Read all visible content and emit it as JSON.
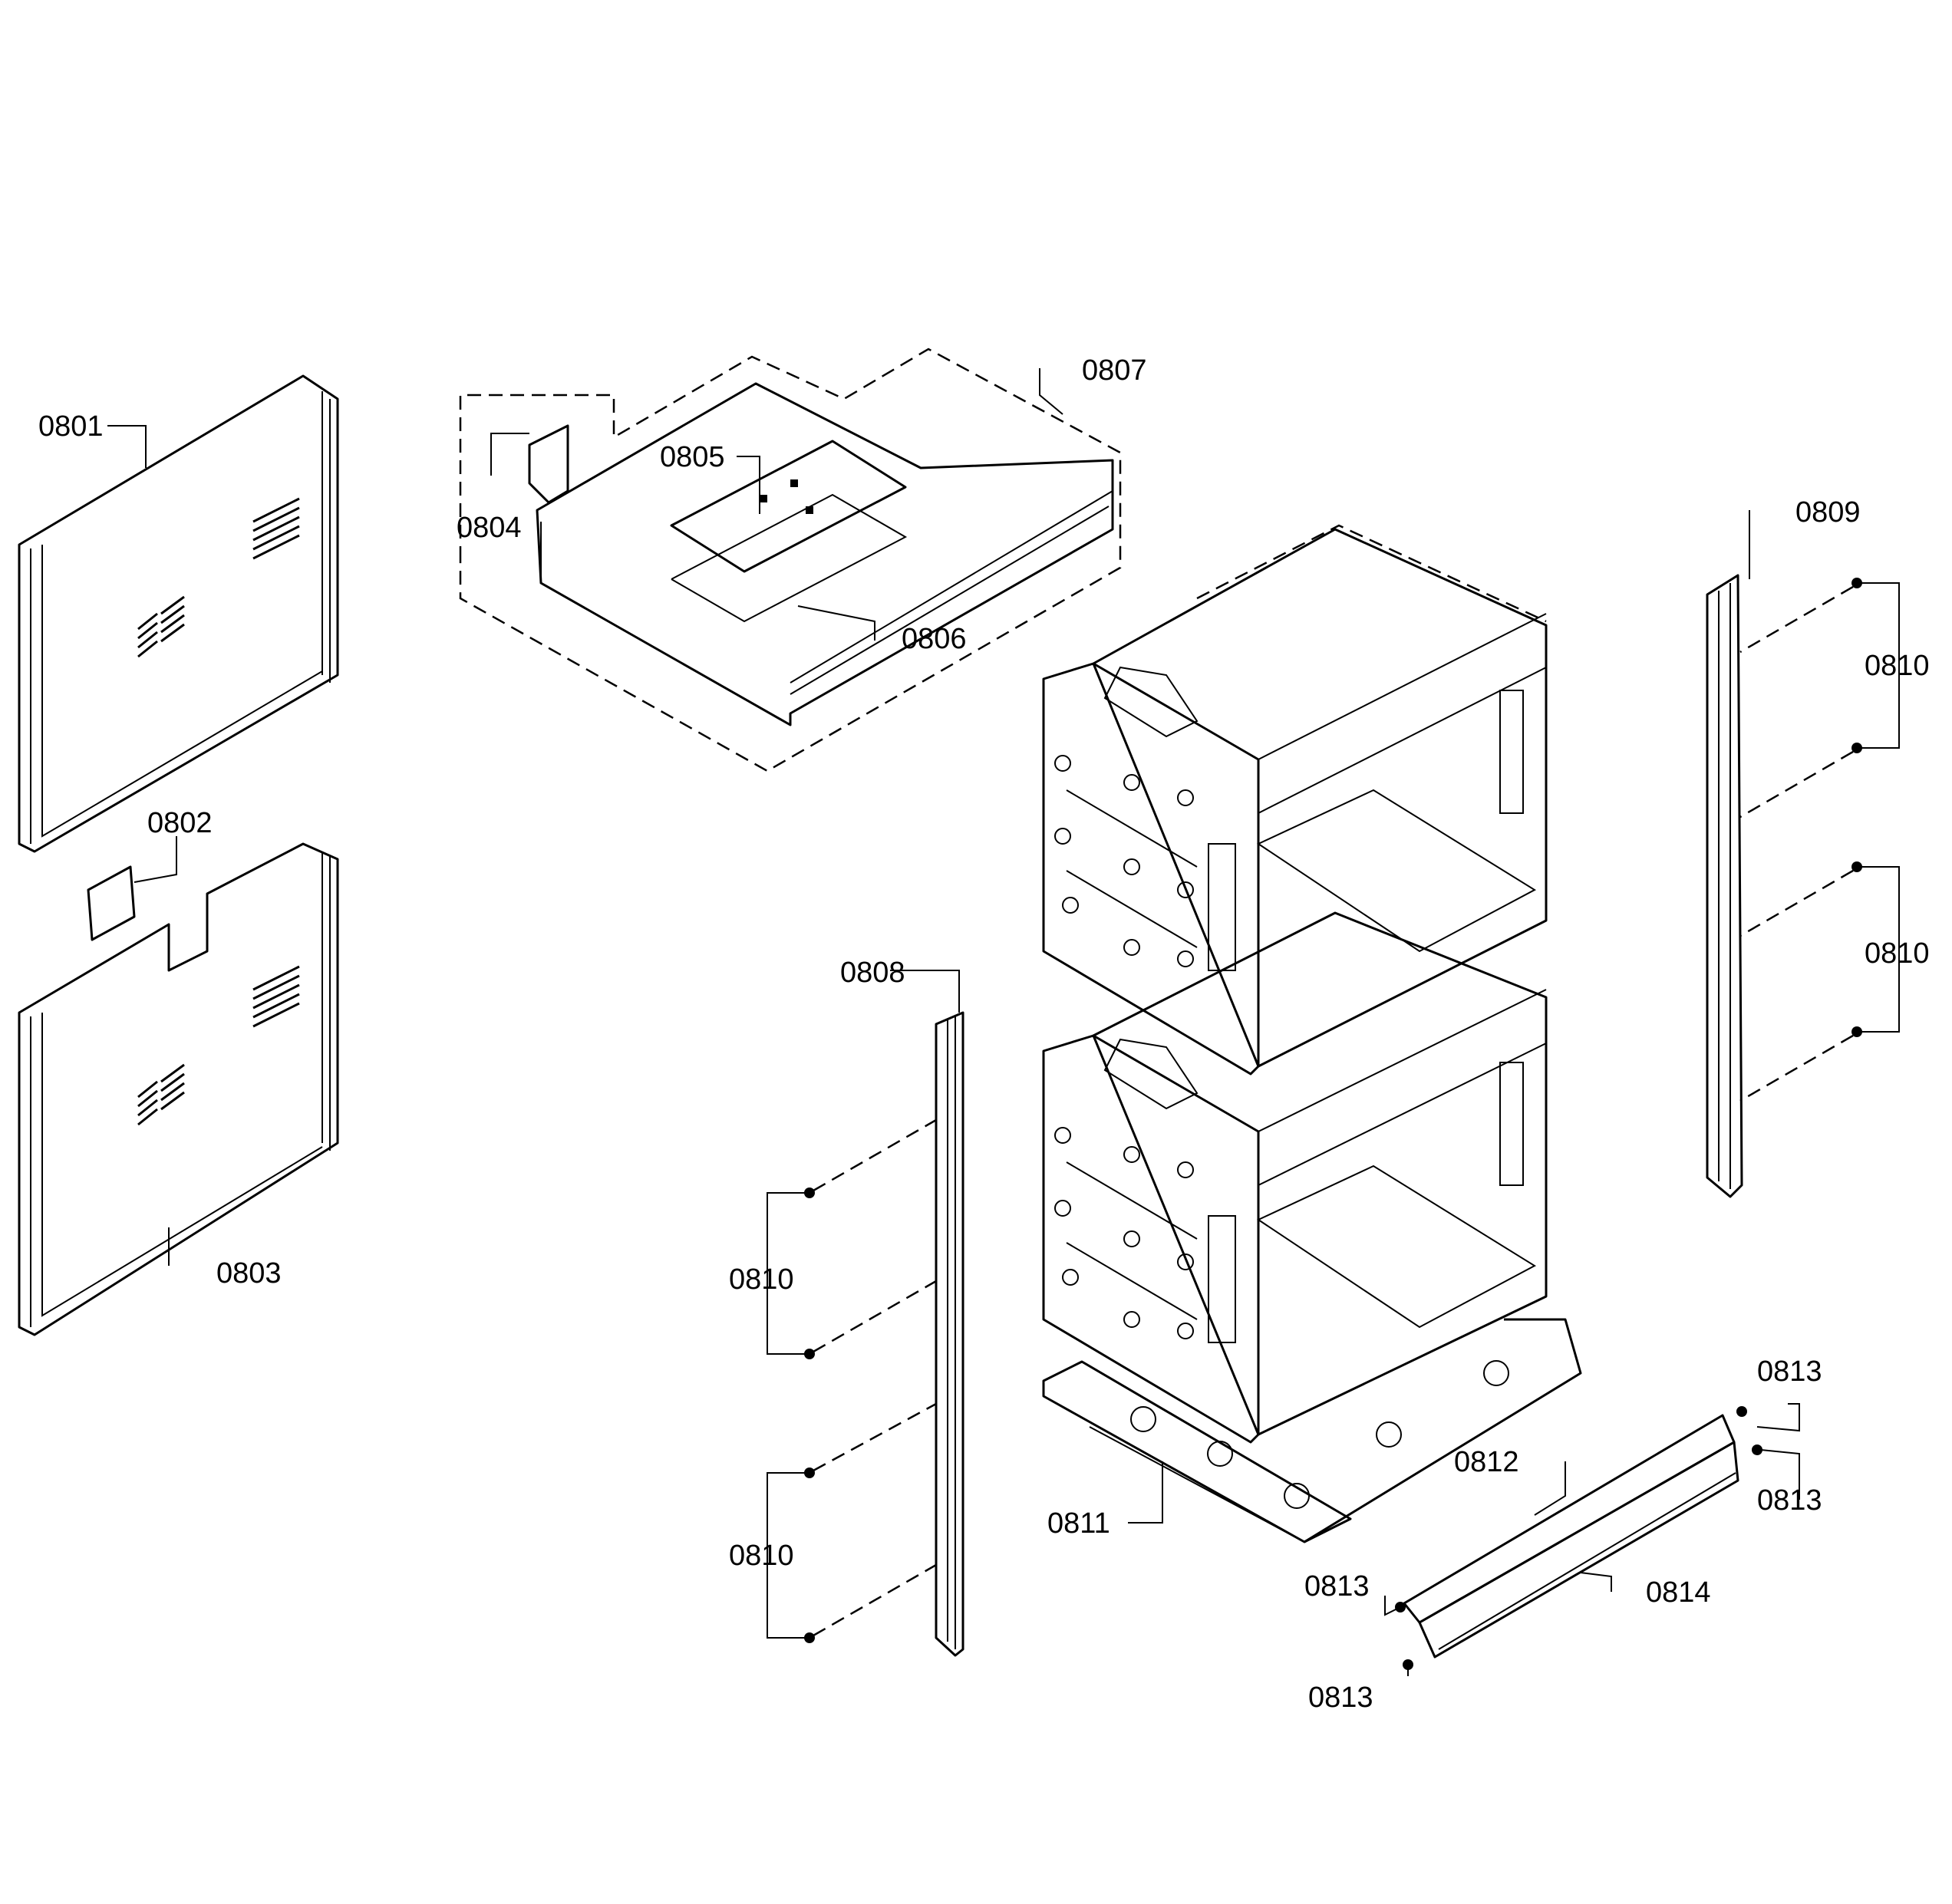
{
  "diagram": {
    "callouts": {
      "c0801": "0801",
      "c0802": "0802",
      "c0803": "0803",
      "c0804": "0804",
      "c0805": "0805",
      "c0806": "0806",
      "c0807": "0807",
      "c0808": "0808",
      "c0809": "0809",
      "c0810_a": "0810",
      "c0810_b": "0810",
      "c0810_c": "0810",
      "c0810_d": "0810",
      "c0811": "0811",
      "c0812": "0812",
      "c0813_a": "0813",
      "c0813_b": "0813",
      "c0813_c": "0813",
      "c0813_d": "0813",
      "c0814": "0814"
    }
  }
}
